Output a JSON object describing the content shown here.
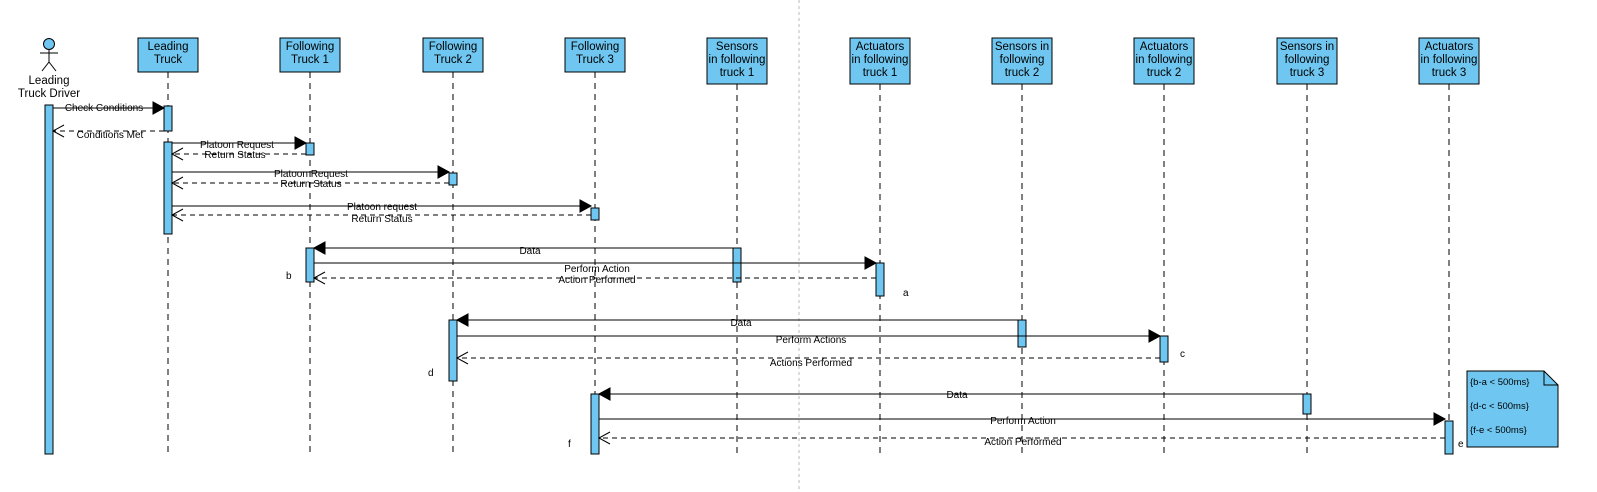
{
  "actor": {
    "name_line1": "Leading",
    "name_line2": "Truck Driver"
  },
  "lifelines": [
    {
      "id": "leading",
      "lines": [
        "Leading",
        "Truck"
      ]
    },
    {
      "id": "f1",
      "lines": [
        "Following",
        "Truck 1"
      ]
    },
    {
      "id": "f2",
      "lines": [
        "Following",
        "Truck 2"
      ]
    },
    {
      "id": "f3",
      "lines": [
        "Following",
        "Truck 3"
      ]
    },
    {
      "id": "s1",
      "lines": [
        "Sensors",
        "in following",
        "truck 1"
      ]
    },
    {
      "id": "a1",
      "lines": [
        "Actuators",
        "in following",
        "truck 1"
      ]
    },
    {
      "id": "s2",
      "lines": [
        "Sensors in",
        "following",
        "truck 2"
      ]
    },
    {
      "id": "a2",
      "lines": [
        "Actuators",
        "in following",
        "truck 2"
      ]
    },
    {
      "id": "s3",
      "lines": [
        "Sensors in",
        "following",
        "truck 3"
      ]
    },
    {
      "id": "a3",
      "lines": [
        "Actuators",
        "in following",
        "truck 3"
      ]
    }
  ],
  "messages": {
    "check_conditions": "Check Conditions",
    "conditions_met": "Conditions Met",
    "platoon_request_1": "Platoon Request",
    "return_status_1": "Return Status",
    "platoon_request_2": "Platoon Request",
    "return_status_2": "Return Status",
    "platoon_request_3": "Platoon request",
    "return_status_3": "Return Status",
    "data_1": "Data",
    "perform_action_1": "Perform Action",
    "action_performed_1": "Action Performed",
    "data_2": "Data",
    "perform_actions_2": "Perform Actions",
    "actions_performed_2": "Actions Performed",
    "data_3": "Data",
    "perform_action_3": "Perform Action",
    "action_performed_3": "Action Performed"
  },
  "markers": {
    "a": "a",
    "b": "b",
    "c": "c",
    "d": "d",
    "e": "e",
    "f": "f"
  },
  "note": {
    "constraints": [
      "{b-a < 500ms}",
      "{d-c < 500ms}",
      "{f-e < 500ms}"
    ]
  },
  "colors": {
    "element_fill": "#6fc7f1",
    "line": "#000000"
  }
}
